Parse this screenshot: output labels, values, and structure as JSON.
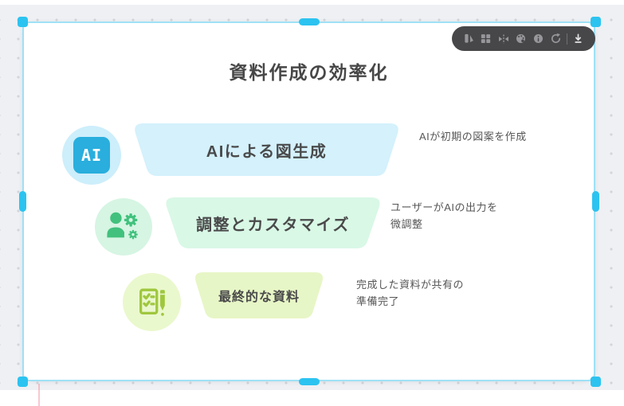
{
  "diagram": {
    "title": "資料作成の効率化"
  },
  "steps": [
    {
      "label": "AIによる図生成",
      "note": "AIが初期の図案を作成",
      "icon": "ai-badge-icon",
      "badge_text": "AI",
      "banner_fill": "#d4f1fc",
      "icon_bg": "#cdeefb",
      "icon_color": "#29aedd"
    },
    {
      "label": "調整とカスタマイズ",
      "note": "ユーザーがAIの出力を\n微調整",
      "icon": "user-gear-icon",
      "banner_fill": "#d9f8e6",
      "icon_bg": "#d6f5e3",
      "icon_color": "#41c17d"
    },
    {
      "label": "最終的な資料",
      "note": "完成した資料が共有の\n準備完了",
      "icon": "checklist-pen-icon",
      "banner_fill": "#e7f6c6",
      "icon_bg": "#eaf8cd",
      "icon_color": "#9fc73e"
    }
  ],
  "toolbar": {
    "icons": [
      "style-icon",
      "layout-icon",
      "flip-horizontal-icon",
      "palette-icon",
      "info-icon",
      "refresh-icon",
      "download-icon"
    ]
  },
  "colors": {
    "selection_accent": "#2cc3f0",
    "selection_border": "#9fe1f6",
    "canvas_bg": "#eef0f3",
    "dot_color": "#d2d5da",
    "card_bg": "#ffffff",
    "toolbar_bg": "#474749",
    "title_color": "#474747",
    "note_color": "#565656"
  }
}
